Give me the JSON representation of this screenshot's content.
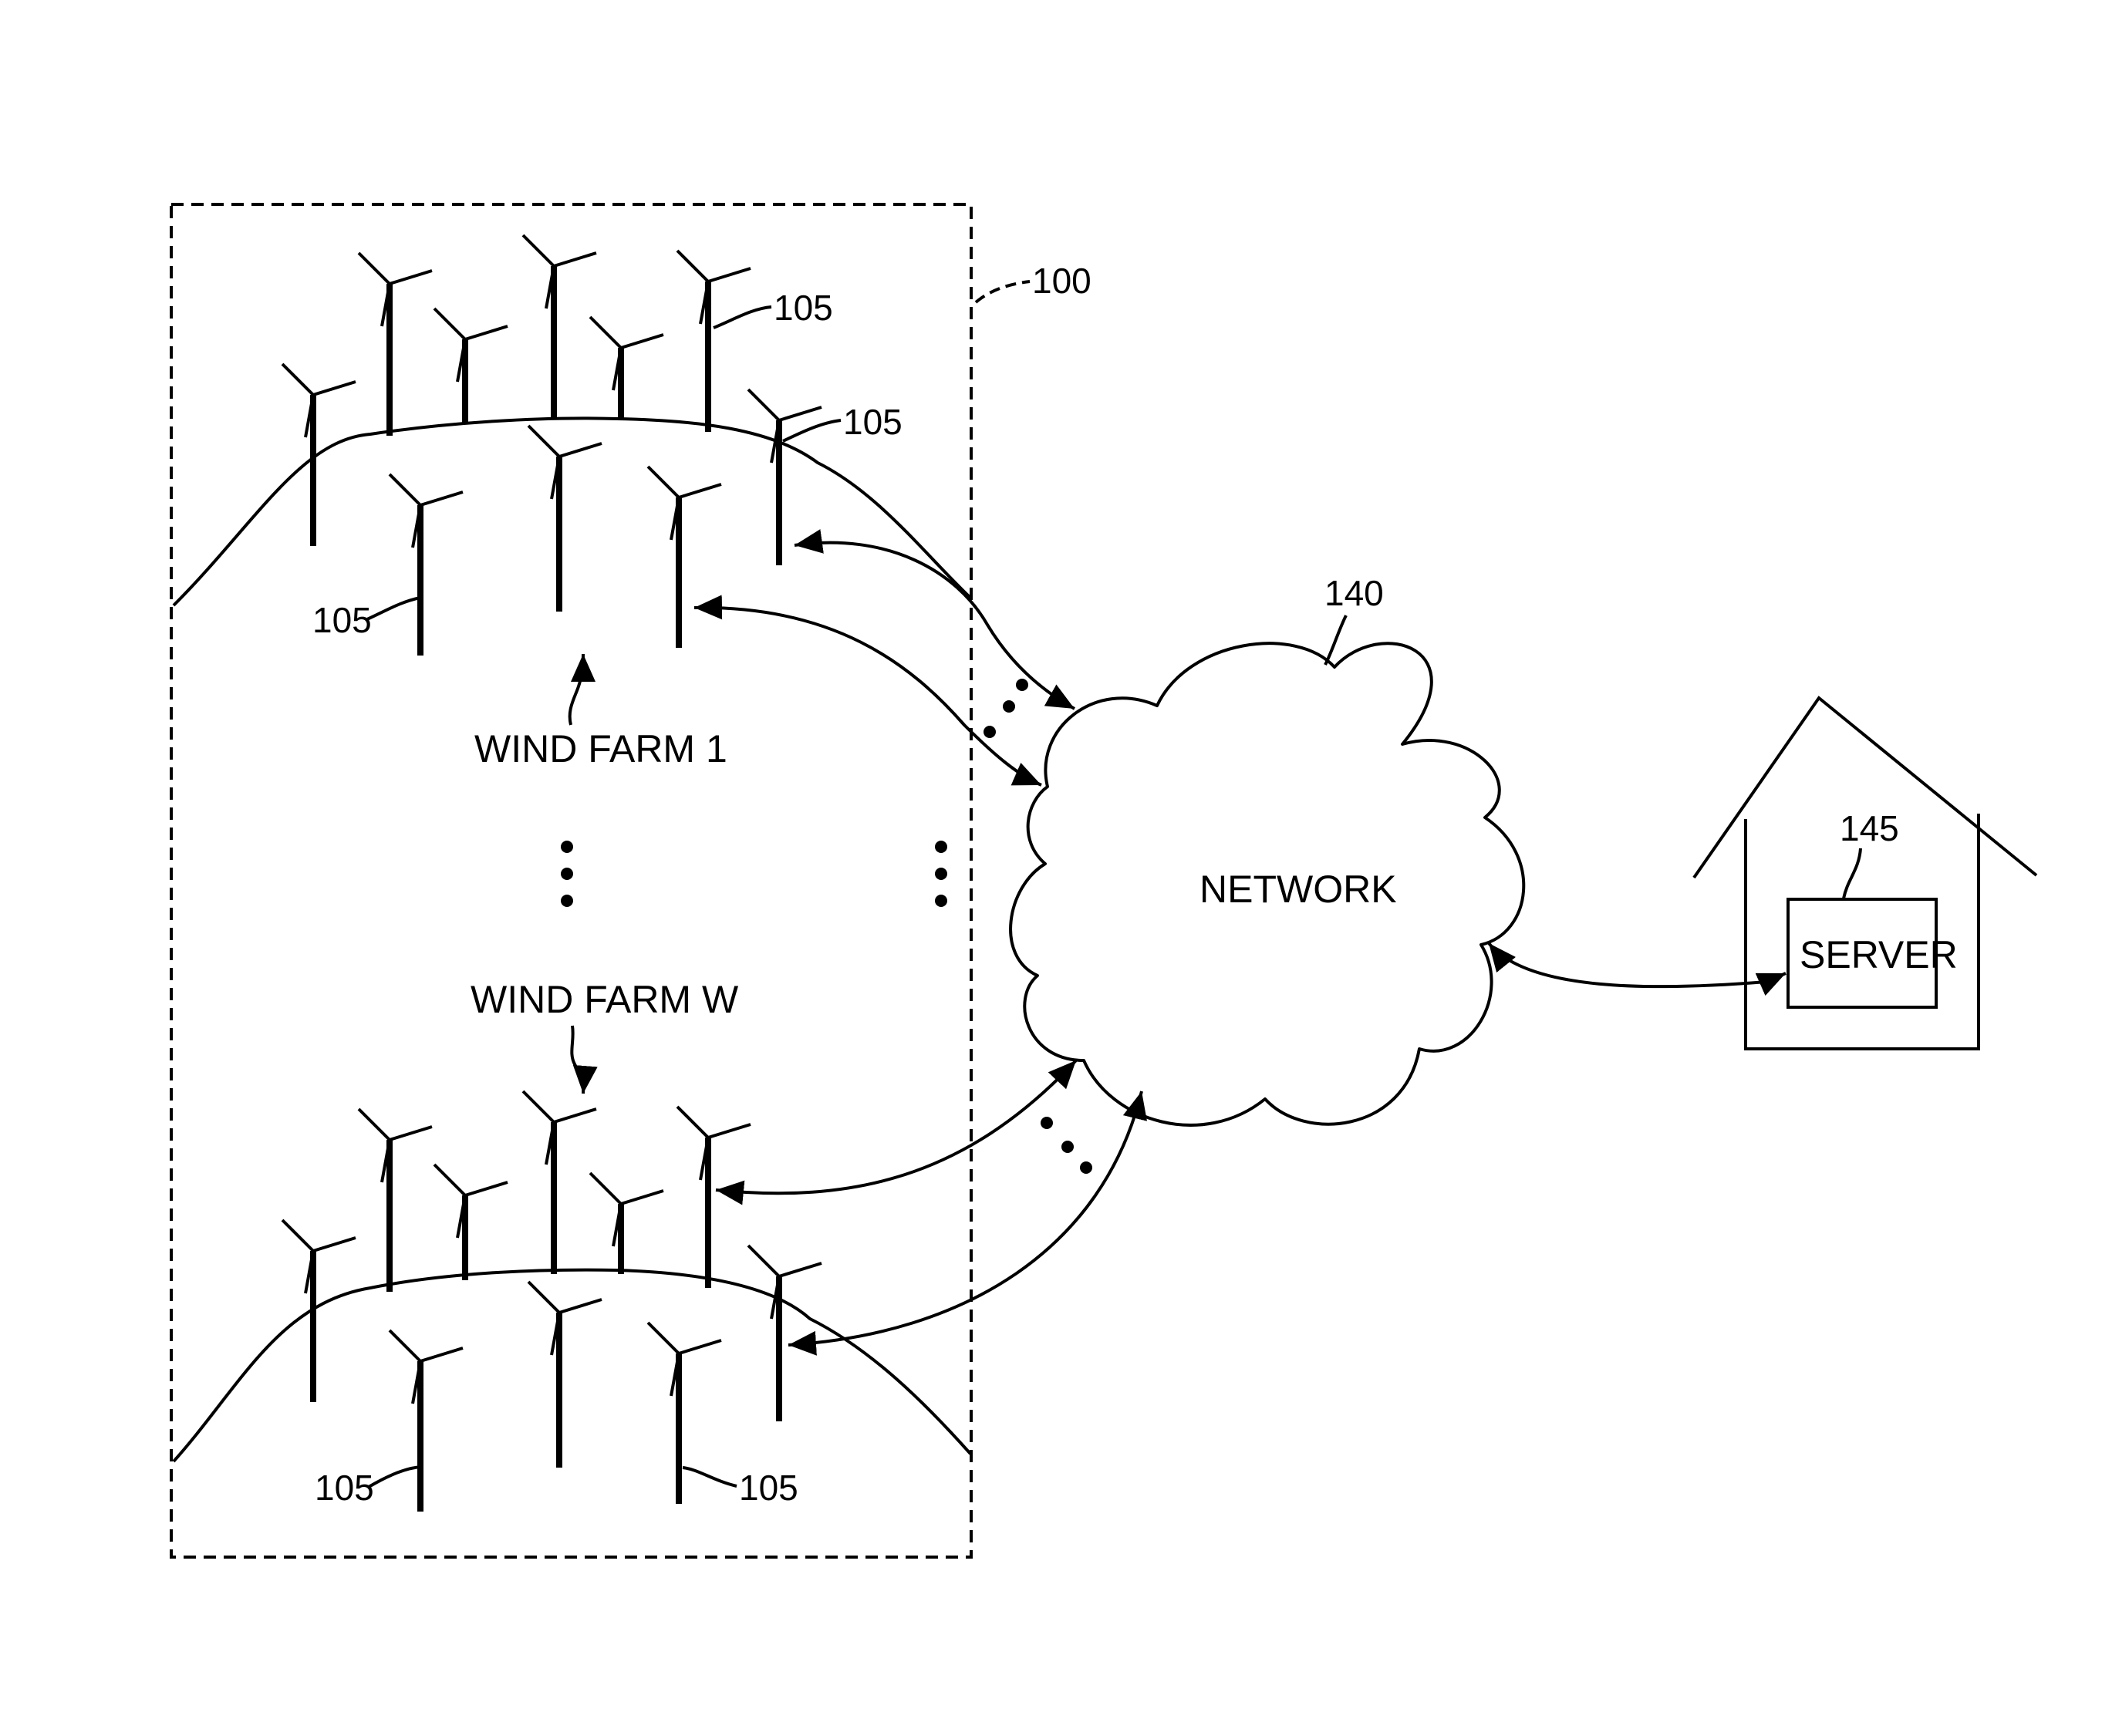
{
  "labels": {
    "network": "NETWORK",
    "server": "SERVER",
    "wind_farm_1": "WIND FARM 1",
    "wind_farm_w": "WIND FARM W"
  },
  "refs": {
    "system": "100",
    "turbine": "105",
    "network": "140",
    "facility": "145"
  },
  "colors": {
    "ink": "#000000",
    "background": "#ffffff"
  }
}
